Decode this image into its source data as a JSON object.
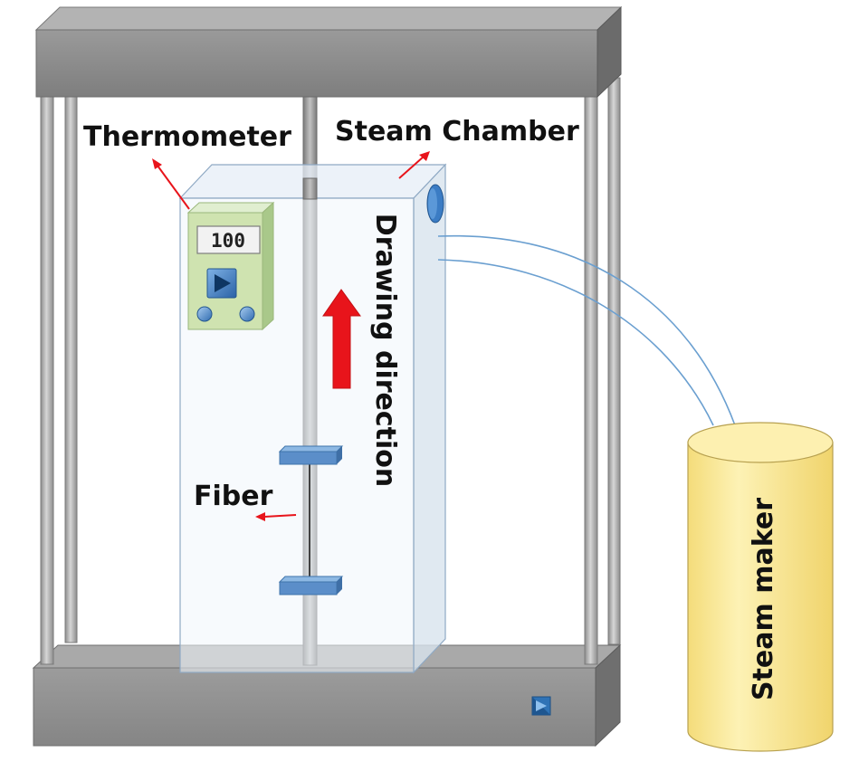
{
  "labels": {
    "thermometer": "Thermometer",
    "steam_chamber": "Steam Chamber",
    "drawing_direction": "Drawing direction",
    "fiber": "Fiber",
    "steam_maker": "Steam maker"
  },
  "thermometer_display": "100",
  "colors": {
    "frame": "#8c8c8c",
    "frame_dark": "#6f6f6f",
    "chamber_fill": "#eef5fb",
    "thermometer_body": "#cfe3b0",
    "clamp": "#5b8ec9",
    "arrow_red": "#e8141b",
    "steam_maker": "#fae99a",
    "steam_pipe": "#6a9fd0"
  },
  "icons": [
    "play-icon",
    "stop-icon",
    "knob-icon"
  ]
}
